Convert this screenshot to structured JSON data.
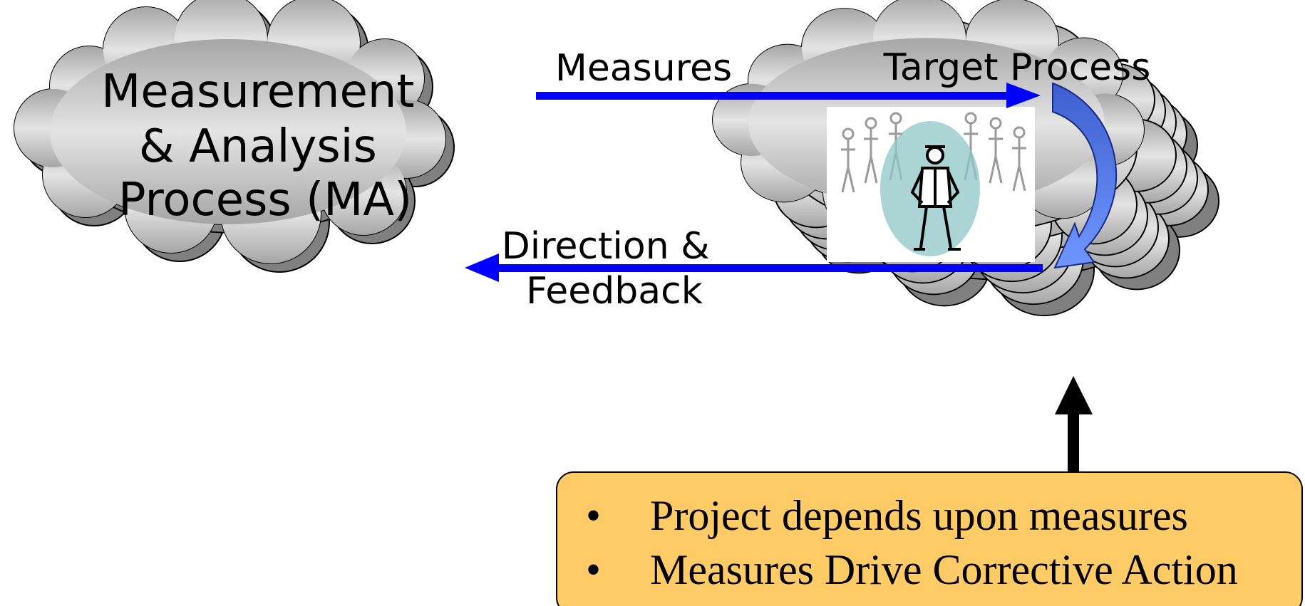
{
  "ma_process": {
    "lines": [
      "Measurement",
      "& Analysis",
      "Process (MA)"
    ]
  },
  "target_process": {
    "title": "Target Process"
  },
  "arrows": {
    "measures_label": "Measures",
    "feedback_lines": [
      "Direction &",
      "Feedback"
    ]
  },
  "note_box": {
    "bullet_symbol": "•",
    "bullets": [
      "Project depends upon measures",
      "Measures Drive Corrective Action"
    ]
  },
  "colors": {
    "flow_arrow": "#0000ff",
    "cycle_arrow": "#5b7fe0",
    "note_fill": "#fecb66",
    "cloud_light": "#e6e6e6",
    "cloud_dark": "#a9a9a9",
    "support_arrow": "#000000"
  }
}
